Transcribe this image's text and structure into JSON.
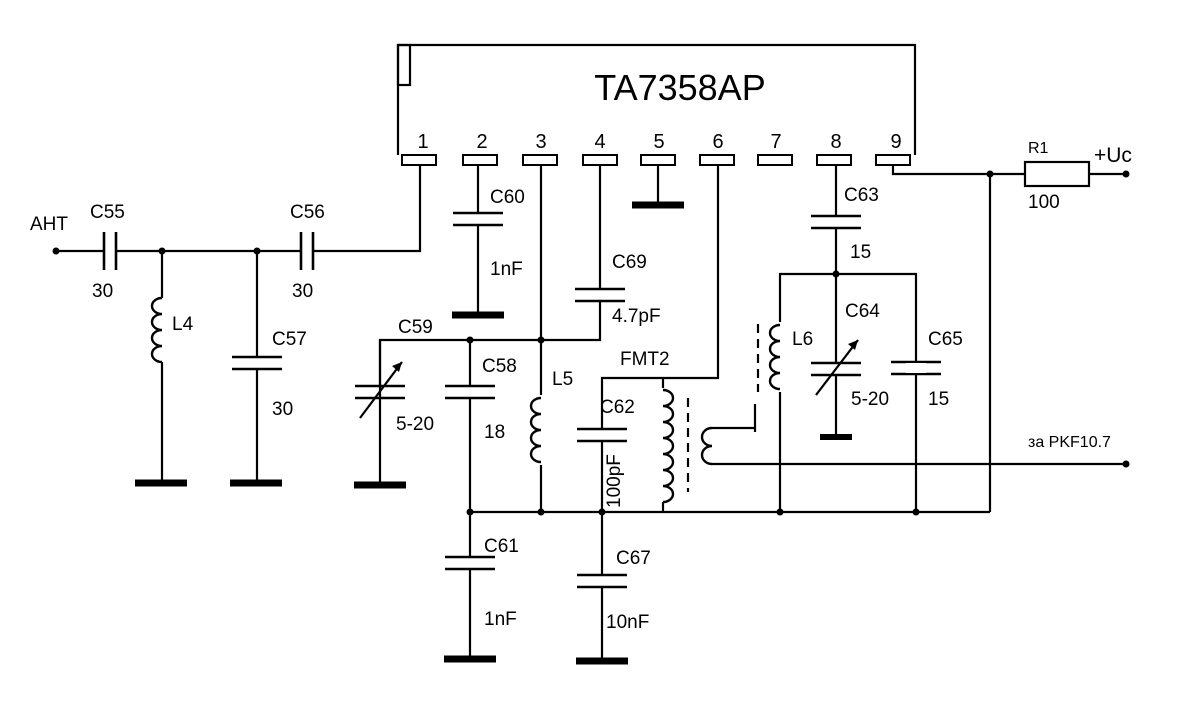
{
  "chip": {
    "name": "TA7358AP",
    "pins": [
      "1",
      "2",
      "3",
      "4",
      "5",
      "6",
      "7",
      "8",
      "9"
    ]
  },
  "antenna": "АНТ",
  "supply": {
    "resistor": "R1",
    "resistor_value": "100",
    "terminal": "+Uc"
  },
  "output": "за PKF10.7",
  "components": {
    "c55": {
      "ref": "C55",
      "value": "30"
    },
    "c56": {
      "ref": "C56",
      "value": "30"
    },
    "c57": {
      "ref": "C57",
      "value": "30"
    },
    "l4": {
      "ref": "L4"
    },
    "c60": {
      "ref": "C60",
      "value": "1nF"
    },
    "c69": {
      "ref": "C69",
      "value": "4.7pF"
    },
    "c59": {
      "ref": "C59",
      "value": "5-20"
    },
    "c58": {
      "ref": "C58",
      "value": "18"
    },
    "l5": {
      "ref": "L5"
    },
    "fmt2": {
      "ref": "FMT2"
    },
    "c62": {
      "ref": "C62",
      "value": "100pF"
    },
    "c61": {
      "ref": "C61",
      "value": "1nF"
    },
    "c67": {
      "ref": "C67",
      "value": "10nF"
    },
    "c63": {
      "ref": "C63",
      "value": "15"
    },
    "l6": {
      "ref": "L6"
    },
    "c64": {
      "ref": "C64",
      "value": "5-20"
    },
    "c65": {
      "ref": "C65",
      "value": "15"
    }
  }
}
